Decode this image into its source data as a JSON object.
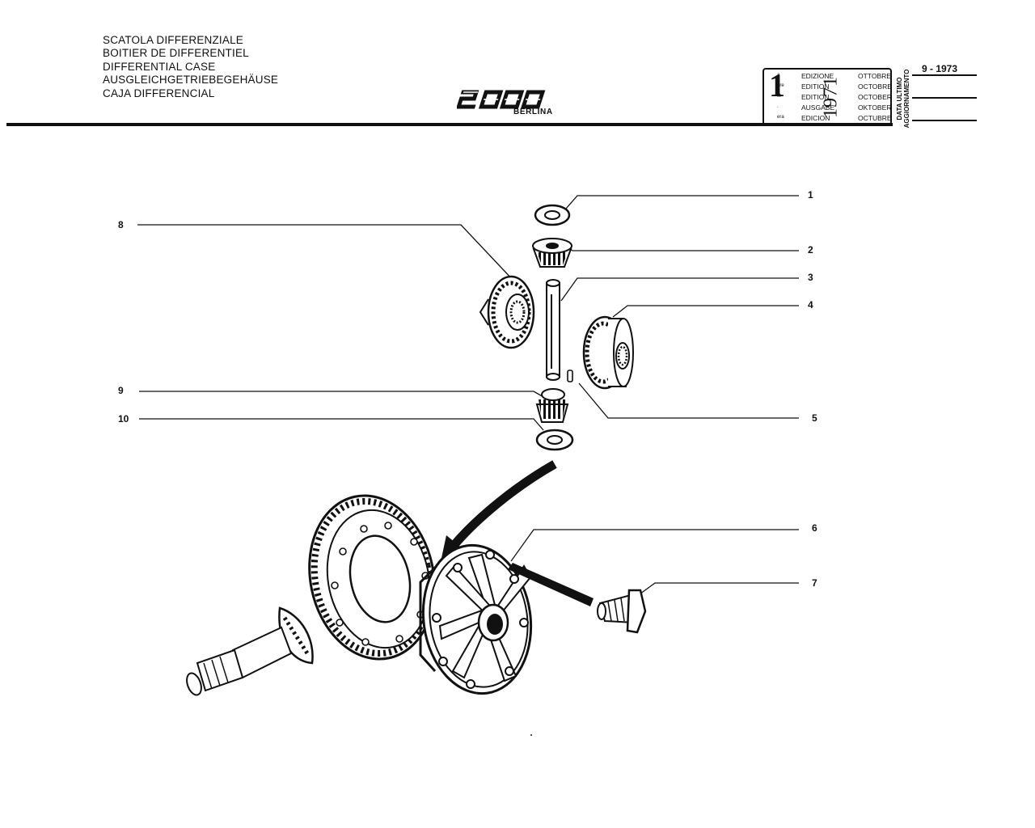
{
  "titles": {
    "it": "SCATOLA DIFFERENZIALE",
    "fr": "BOITIER DE DIFFERENTIEL",
    "en": "DIFFERENTIAL CASE",
    "de": "AUSGLEICHGETRIEBEGEHÄUSE",
    "es": "CAJA DIFFERENCIAL"
  },
  "logo": {
    "model": "2000",
    "variant": "BERLINA"
  },
  "edition": {
    "number": "1",
    "ordinals": [
      "a",
      "ère",
      "st",
      ".",
      "era"
    ],
    "words": [
      "EDIZIONE",
      "EDITION",
      "EDITION",
      "AUSGABE",
      "EDICION"
    ],
    "months": [
      "OTTOBRE",
      "OCTOBRE",
      "OCTOBER",
      "OKTOBER",
      "OCTUBRE"
    ],
    "year": "1971",
    "update_label_1": "DATA ULTIMO",
    "update_label_2": "AGGIORNAMENTO",
    "update_date": "9 - 1973"
  },
  "callouts": {
    "c1": "1",
    "c2": "2",
    "c3": "3",
    "c4": "4",
    "c5": "5",
    "c6": "6",
    "c7": "7",
    "c8": "8",
    "c9": "9",
    "c10": "10"
  }
}
